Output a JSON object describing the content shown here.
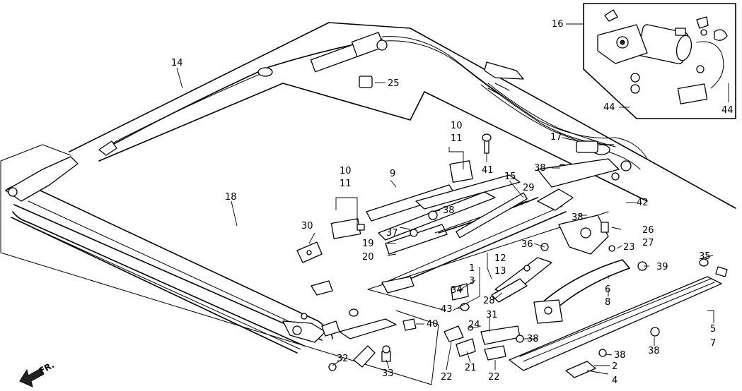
{
  "direction_label": "FR.",
  "callouts": [
    {
      "id": "c14",
      "text": "14"
    },
    {
      "id": "c25",
      "text": "25"
    },
    {
      "id": "c16",
      "text": "16"
    },
    {
      "id": "c44a",
      "text": "44"
    },
    {
      "id": "c44b",
      "text": "44"
    },
    {
      "id": "c17",
      "text": "17"
    },
    {
      "id": "c10a",
      "text": "10"
    },
    {
      "id": "c11a",
      "text": "11"
    },
    {
      "id": "c41",
      "text": "41"
    },
    {
      "id": "c38a",
      "text": "38"
    },
    {
      "id": "c10b",
      "text": "10"
    },
    {
      "id": "c11b",
      "text": "11"
    },
    {
      "id": "c9",
      "text": "9"
    },
    {
      "id": "c15",
      "text": "15"
    },
    {
      "id": "c29",
      "text": "29"
    },
    {
      "id": "c42",
      "text": "42"
    },
    {
      "id": "c18",
      "text": "18"
    },
    {
      "id": "c38b",
      "text": "38"
    },
    {
      "id": "c38c",
      "text": "38"
    },
    {
      "id": "c30",
      "text": "30"
    },
    {
      "id": "c37",
      "text": "37"
    },
    {
      "id": "c26",
      "text": "26"
    },
    {
      "id": "c19",
      "text": "19"
    },
    {
      "id": "c27",
      "text": "27"
    },
    {
      "id": "c20",
      "text": "20"
    },
    {
      "id": "c36",
      "text": "36"
    },
    {
      "id": "c23",
      "text": "23"
    },
    {
      "id": "c12",
      "text": "12"
    },
    {
      "id": "c35",
      "text": "35"
    },
    {
      "id": "c13",
      "text": "13"
    },
    {
      "id": "c1",
      "text": "1"
    },
    {
      "id": "c39",
      "text": "39"
    },
    {
      "id": "c3",
      "text": "3"
    },
    {
      "id": "c34",
      "text": "34"
    },
    {
      "id": "c6",
      "text": "6"
    },
    {
      "id": "c28",
      "text": "28"
    },
    {
      "id": "c8",
      "text": "8"
    },
    {
      "id": "c43",
      "text": "43"
    },
    {
      "id": "c31",
      "text": "31"
    },
    {
      "id": "c40",
      "text": "40"
    },
    {
      "id": "c24",
      "text": "24"
    },
    {
      "id": "c5",
      "text": "5"
    },
    {
      "id": "c38d",
      "text": "38"
    },
    {
      "id": "c7",
      "text": "7"
    },
    {
      "id": "c38e",
      "text": "38"
    },
    {
      "id": "c38f",
      "text": "38"
    },
    {
      "id": "c32",
      "text": "32"
    },
    {
      "id": "c21",
      "text": "21"
    },
    {
      "id": "c2",
      "text": "2"
    },
    {
      "id": "c33",
      "text": "33"
    },
    {
      "id": "c22a",
      "text": "22"
    },
    {
      "id": "c22b",
      "text": "22"
    },
    {
      "id": "c4",
      "text": "4"
    }
  ]
}
